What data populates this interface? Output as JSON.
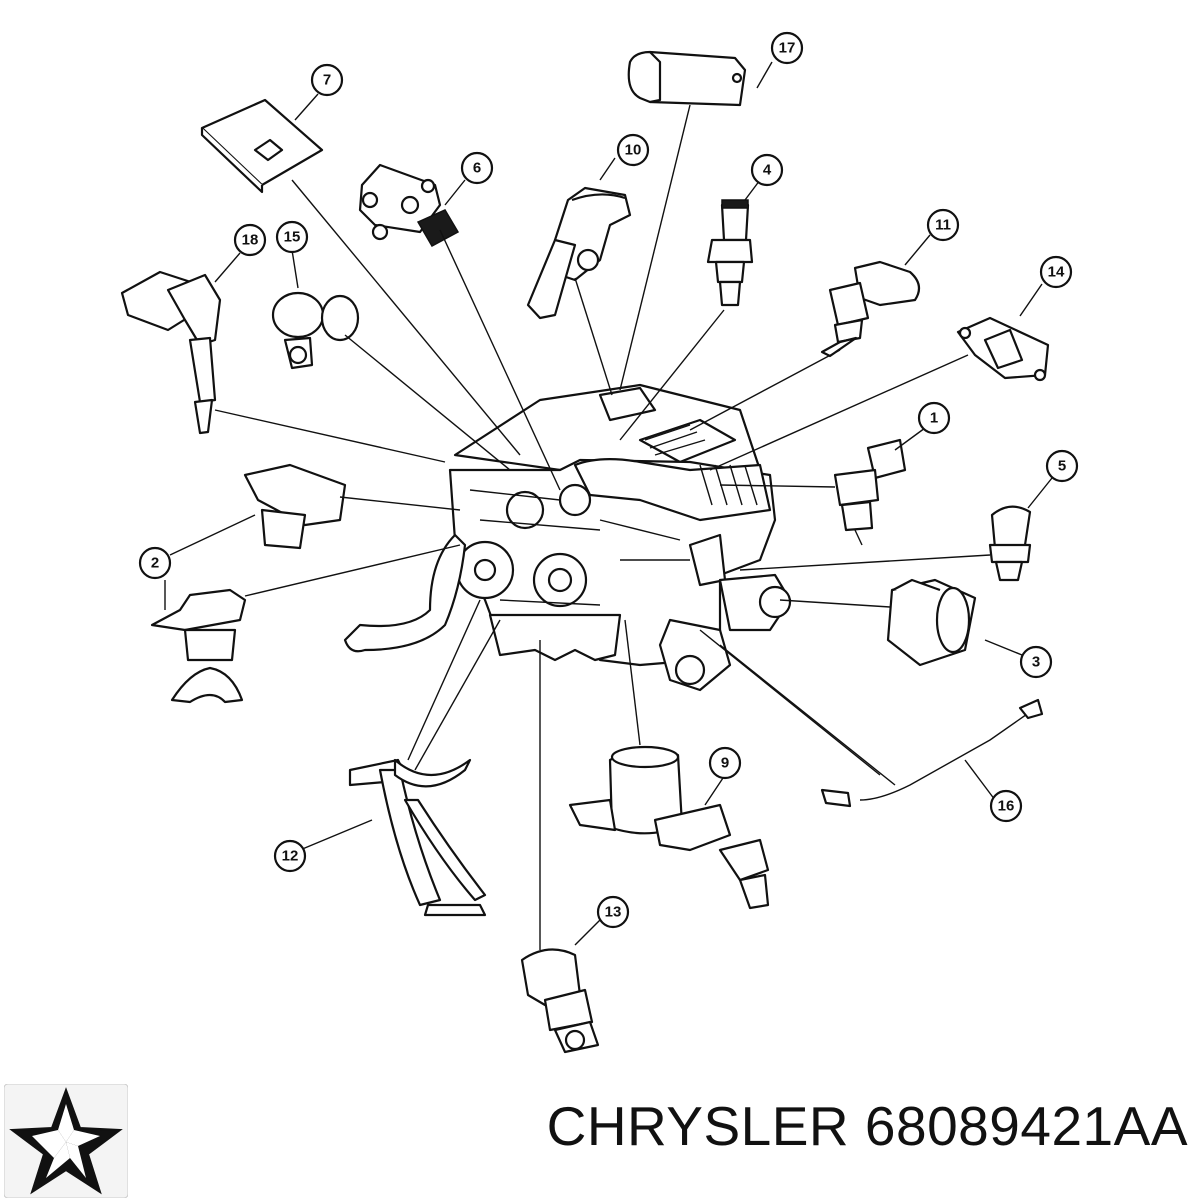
{
  "diagram": {
    "callouts": [
      "1",
      "2",
      "3",
      "4",
      "5",
      "6",
      "7",
      "9",
      "10",
      "11",
      "12",
      "13",
      "15",
      "14",
      "16",
      "17",
      "18"
    ]
  },
  "brand": {
    "name": "CHRYSLER",
    "part_number": "68089421AA",
    "logo_icon": "chrysler-pentastar-icon"
  },
  "colors": {
    "ink": "#111111",
    "background": "#ffffff"
  }
}
